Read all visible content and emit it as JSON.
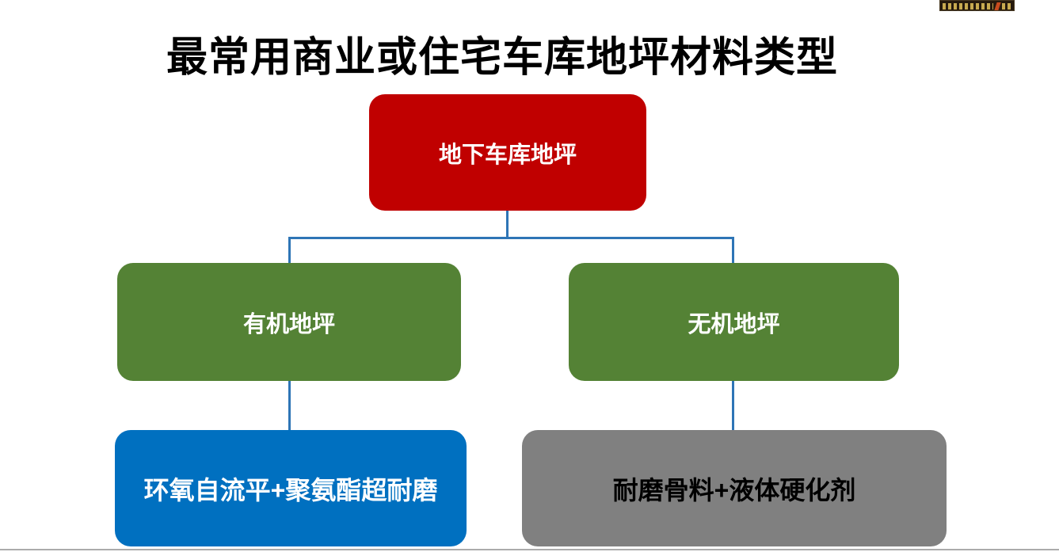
{
  "slide": {
    "title": "最常用商业或住宅车库地坪材料类型",
    "colors": {
      "title_text": "#000000",
      "root_bg": "#C00000",
      "branch_bg": "#548235",
      "organic_leaf_bg": "#0070C0",
      "inorganic_leaf_bg": "#808080",
      "node_text_light": "#FFFFFF",
      "node_text_dark": "#000000",
      "connector": "#2E75B6",
      "bottom_rule": "#ABABAB",
      "watermark_bg": "#261A0E",
      "watermark_accent": "#E5C45C"
    },
    "tree": {
      "root": {
        "label": "地下车库地坪"
      },
      "children": [
        {
          "label": "有机地坪",
          "child": {
            "label": "环氧自流平+聚氨酯超耐磨"
          }
        },
        {
          "label": "无机地坪",
          "child": {
            "label": "耐磨骨料+液体硬化剂"
          }
        }
      ]
    }
  }
}
